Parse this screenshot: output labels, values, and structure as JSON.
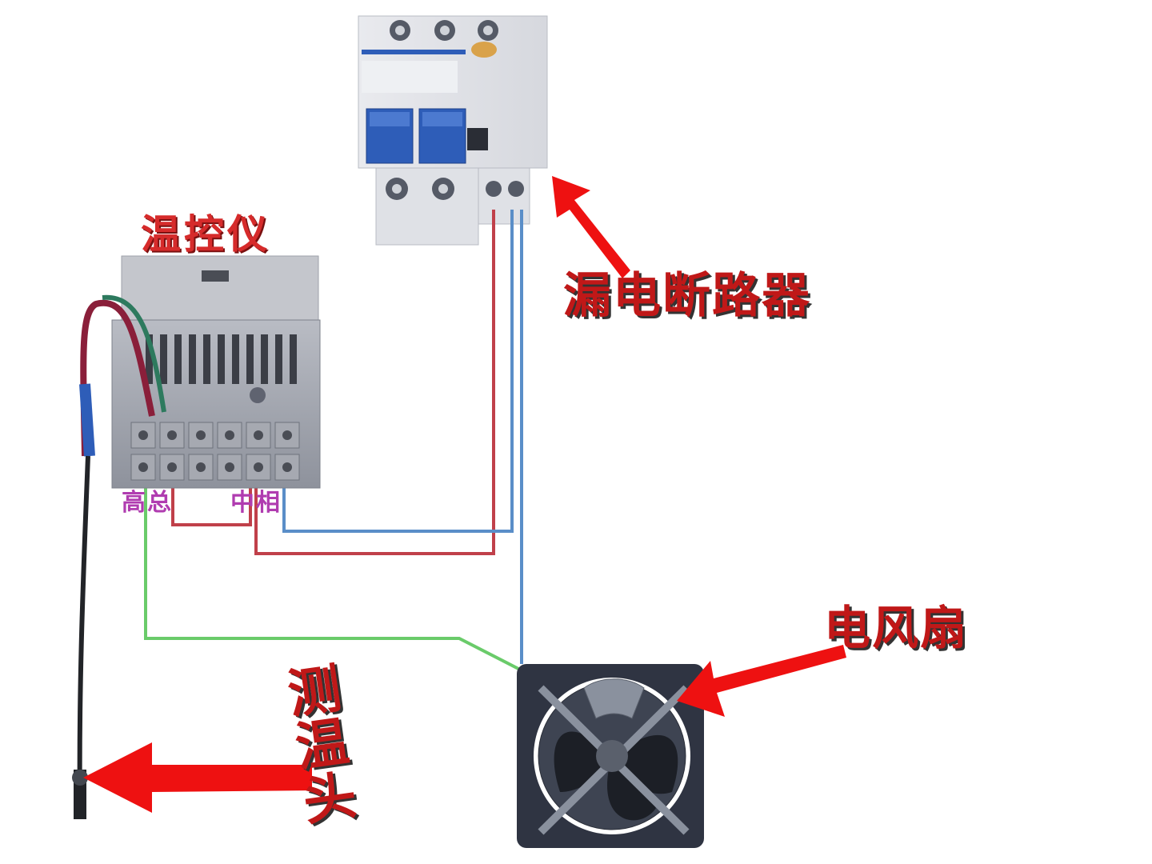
{
  "labels": {
    "thermostat": "温控仪",
    "breaker": "漏电断路器",
    "fan": "电风扇",
    "probe": "测温头"
  },
  "terminals": {
    "left": "高总",
    "right": "中相"
  },
  "colors": {
    "label_red": "#c01818",
    "terminal_purple": "#b03cb0",
    "wire_red": "#c0404a",
    "wire_blue": "#5a8ec8",
    "wire_green": "#6acb6a",
    "breaker_blue": "#2e5db8",
    "fan_frame": "#2f3442"
  },
  "icons": [
    "breaker-icon",
    "thermostat-icon",
    "fan-icon",
    "probe-icon",
    "arrow-icon"
  ]
}
